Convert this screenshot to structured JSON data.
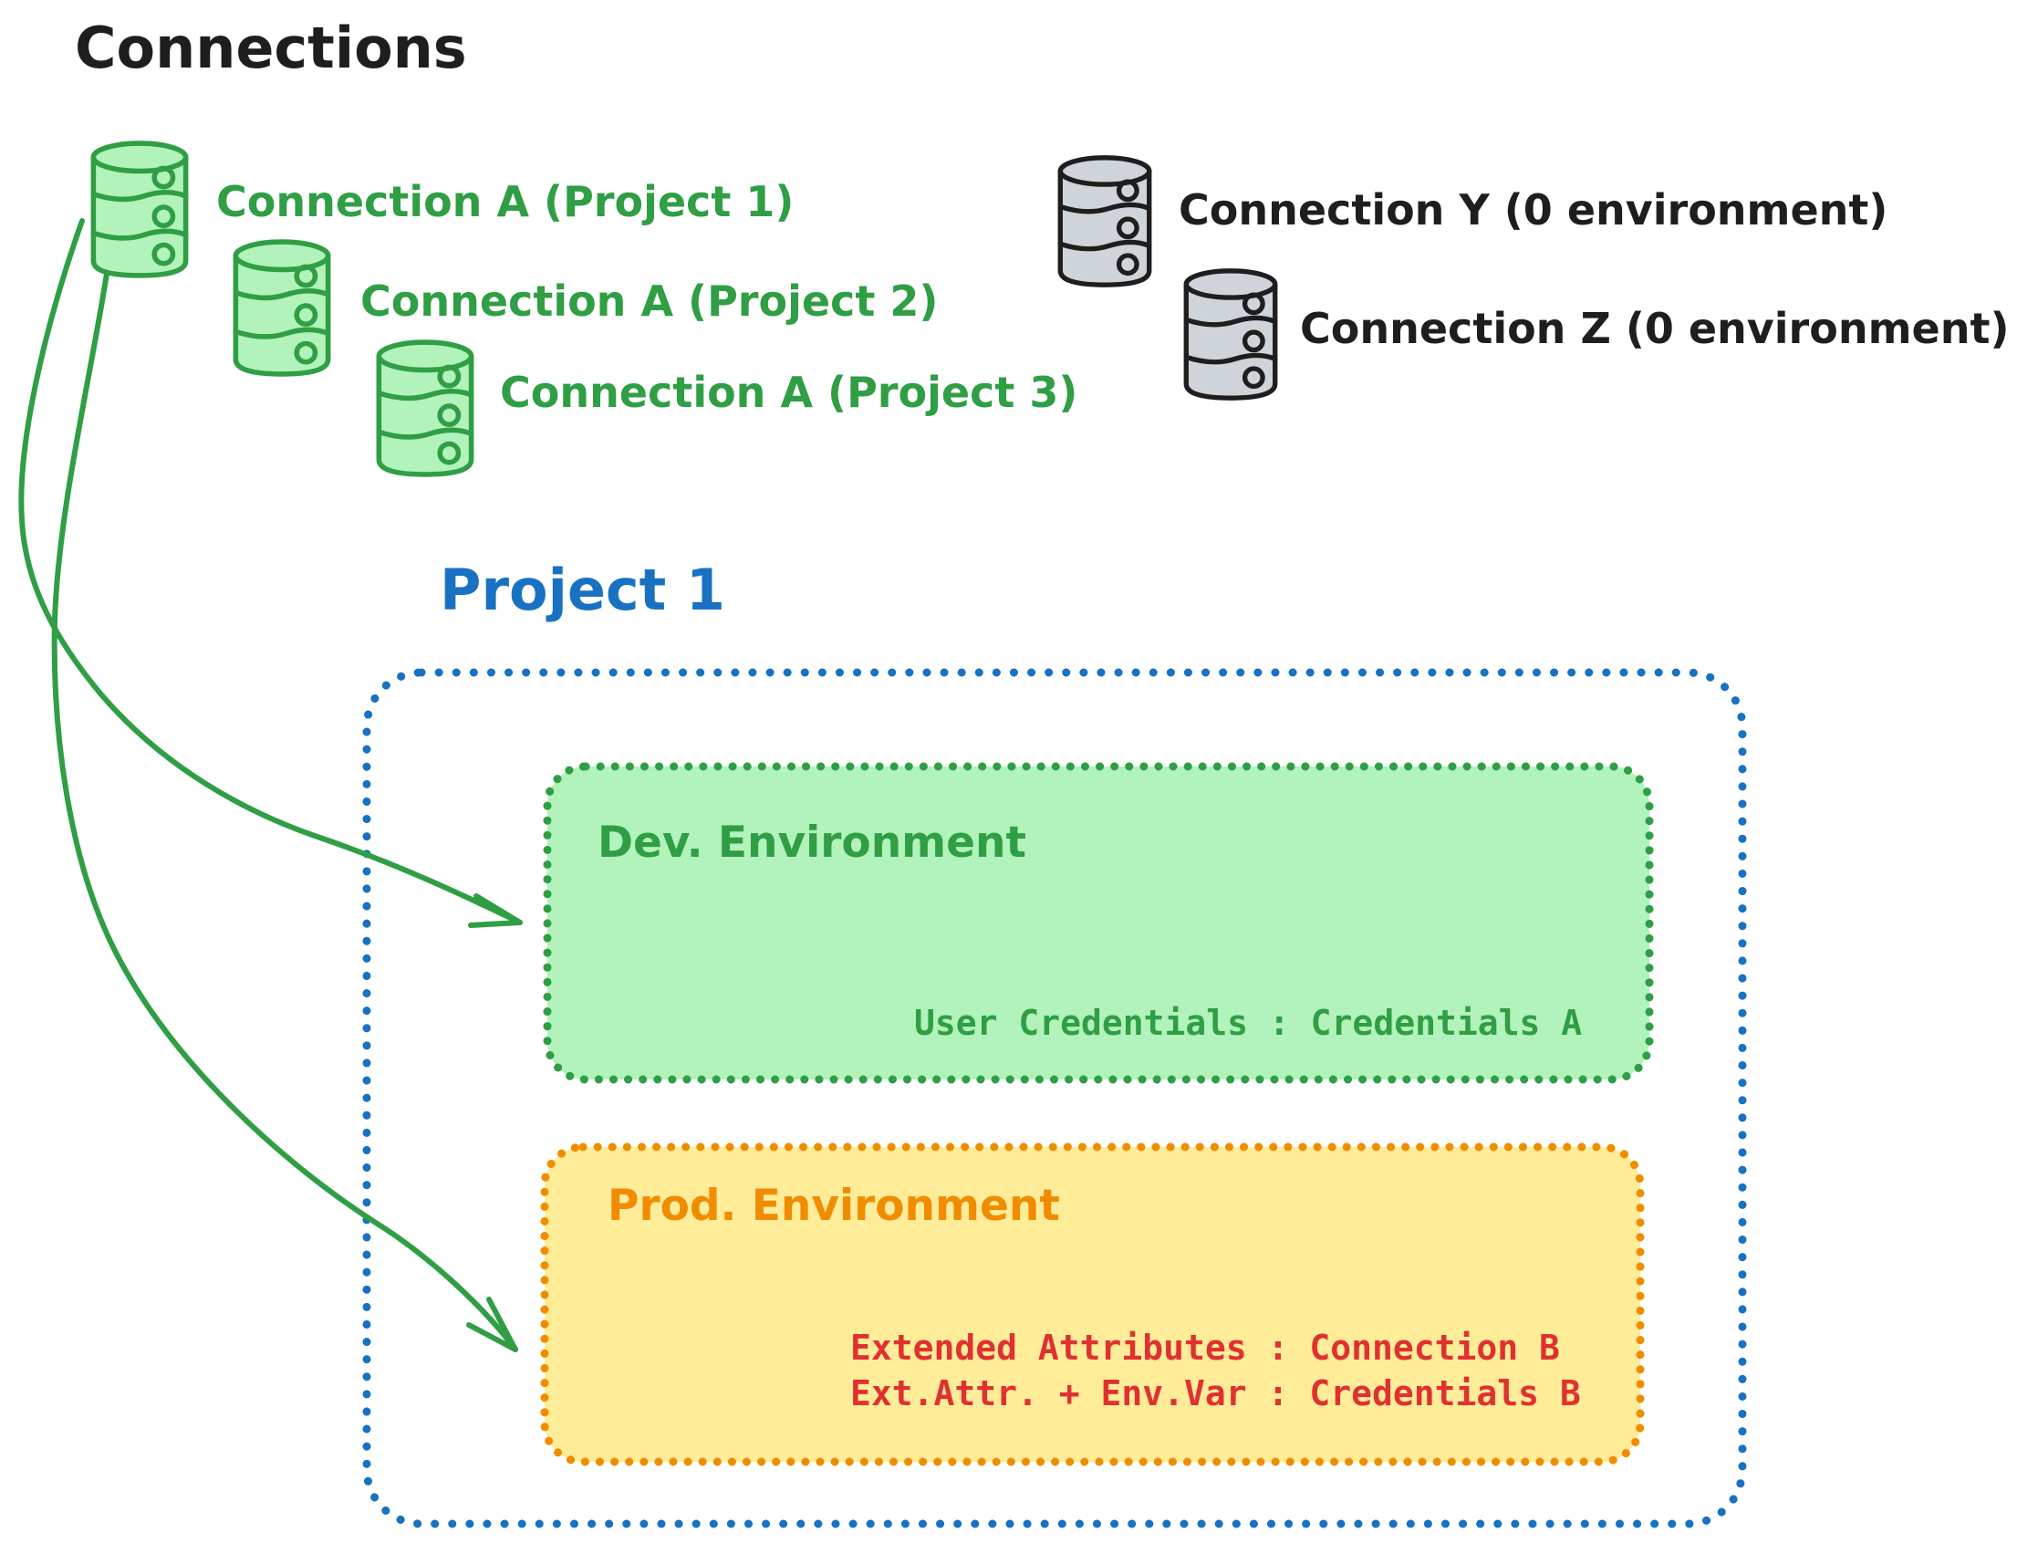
{
  "title": "Connections",
  "connection_a_items": [
    {
      "label": "Connection A (Project 1)"
    },
    {
      "label": "Connection A (Project 2)"
    },
    {
      "label": "Connection A (Project 3)"
    }
  ],
  "unassigned_connections": [
    {
      "label": "Connection Y (0 environment)"
    },
    {
      "label": "Connection Z (0 environment)"
    }
  ],
  "project": {
    "title": "Project 1",
    "dev": {
      "title": "Dev. Environment",
      "credential_mapping": "User Credentials : Credentials A"
    },
    "prod": {
      "title": "Prod. Environment",
      "mappings": [
        "Extended Attributes : Connection B",
        "Ext.Attr. + Env.Var : Credentials B"
      ]
    }
  },
  "icons": {
    "connection_a": "database-icon",
    "connection_other": "database-icon"
  },
  "colors": {
    "ink": "#1e1e1e",
    "green_stroke": "#2f9e44",
    "green_fill": "#b2f2bb",
    "gray_fill": "#ced4da",
    "blue": "#1971c2",
    "orange_stroke": "#f08c00",
    "yellow_fill": "#ffec99",
    "red": "#e03131"
  }
}
